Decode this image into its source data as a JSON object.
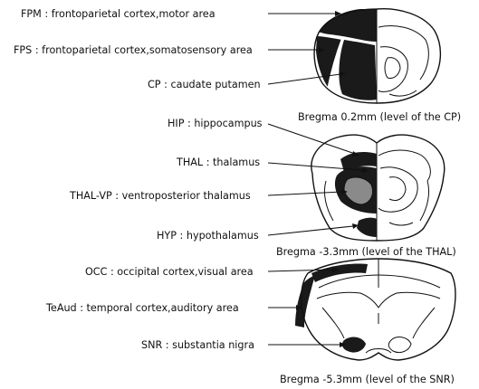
{
  "sections": [
    {
      "caption": "Bregma 0.2mm (level of the CP)",
      "labels": [
        "FPM : frontoparietal cortex,motor area",
        "FPS : frontoparietal cortex,somatosensory area",
        "CP : caudate putamen"
      ]
    },
    {
      "caption": "Bregma -3.3mm (level of the THAL)",
      "labels": [
        "HIP : hippocampus",
        "THAL : thalamus",
        "THAL-VP : ventroposterior thalamus",
        "HYP : hypothalamus"
      ]
    },
    {
      "caption": "Bregma -5.3mm (level of the SNR)",
      "labels": [
        "OCC : occipital cortex,visual area",
        "TeAud : temporal cortex,auditory area",
        "SNR : substantia nigra"
      ]
    }
  ]
}
